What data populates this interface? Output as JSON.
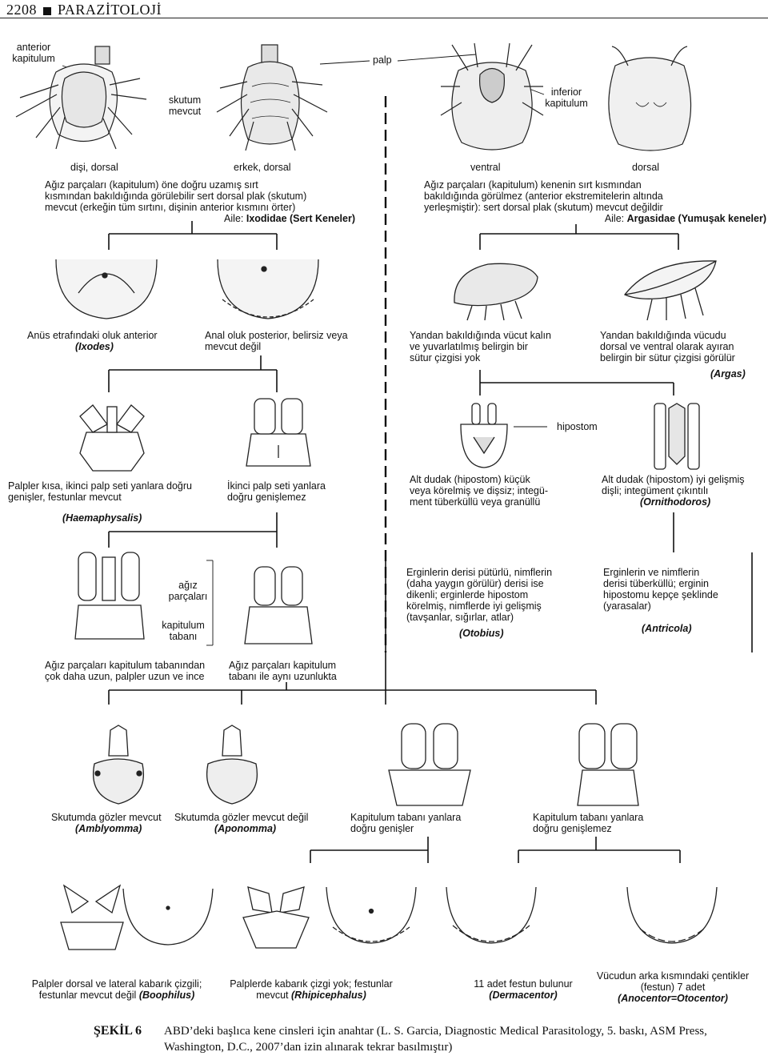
{
  "header": {
    "page_number": "2208",
    "section": "PARAZİTOLOJİ"
  },
  "top_left": {
    "anterior_kapitulum": "anterior\nkapitulum",
    "skutum_mevcut": "skutum\nmevcut",
    "female_label": "dişi, dorsal",
    "male_label": "erkek, dorsal",
    "desc": "Ağız parçaları (kapitulum) öne doğru uzamış sırt\nkısmından bakıldığında görülebilir sert dorsal plak (skutum)\nmevcut (erkeğin tüm sırtını, dişinin anterior kısmını örter)",
    "family_prefix": "Aile: ",
    "family": "Ixodidae (Sert Keneler)"
  },
  "top_right": {
    "palp": "palp",
    "inferior_kapitulum": "inferior\nkapitulum",
    "ventral_label": "ventral",
    "dorsal_label": "dorsal",
    "desc": "Ağız parçaları (kapitulum) kenenin sırt kısmından\nbakıldığında görülmez (anterior ekstremitelerin altında\nyerleşmiştir): sert dorsal plak (skutum) mevcut değildir",
    "family_prefix": "Aile: ",
    "family": "Argasidae (Yumuşak keneler)"
  },
  "row2": {
    "a": "Anüs etrafındaki oluk anterior",
    "a_genus": "(Ixodes)",
    "b": "Anal oluk posterior, belirsiz veya\nmevcut değil",
    "c": "Yandan bakıldığında vücut kalın\nve yuvarlatılmış belirgin bir\nsütur çizgisi yok",
    "d": "Yandan bakıldığında vücudu\ndorsal ve ventral olarak ayıran\nbelirgin bir sütur çizgisi görülür",
    "d_genus": "(Argas)"
  },
  "row3": {
    "hipostom": "hipostom",
    "a": "Palpler kısa, ikinci palp seti yanlara doğru\ngenişler, festunlar mevcut",
    "a_genus": "(Haemaphysalis)",
    "b": "İkinci palp seti yanlara\ndoğru genişlemez",
    "c": "Alt dudak (hipostom) küçük\nveya körelmiş ve dişsiz; integü-\nment tüberküllü veya granüllü",
    "d": "Alt dudak (hipostom) iyi gelişmiş\ndişli; integüment çıkıntılı",
    "d_genus": "(Ornithodoros)"
  },
  "row4": {
    "agiz_parcalari": "ağız\nparçaları",
    "kapitulum_tabani": "kapitulum\ntabanı",
    "a": "Ağız parçaları kapitulum tabanından\nçok daha uzun, palpler uzun ve ince",
    "b": "Ağız parçaları kapitulum\ntabanı ile aynı uzunlukta",
    "c": "Erginlerin derisi pütürlü, nimflerin\n(daha yaygın görülür) derisi ise\ndikenli; erginlerde hipostom\nkörelmiş, nimflerde iyi gelişmiş\n(tavşanlar, sığırlar, atlar)",
    "c_genus": "(Otobius)",
    "d": "Erginlerin ve nimflerin\nderisi tüberküllü; erginin\nhipostomu kepçe şeklinde\n(yarasalar)",
    "d_genus": "(Antricola)"
  },
  "row5": {
    "a": "Skutumda gözler mevcut",
    "a_genus": "(Amblyomma)",
    "b": "Skutumda gözler mevcut değil",
    "b_genus": "(Aponomma)",
    "c": "Kapitulum tabanı yanlara\ndoğru genişler",
    "d": "Kapitulum tabanı yanlara\ndoğru genişlemez"
  },
  "row6": {
    "a": "Palpler dorsal ve lateral kabarık çizgili;\nfestunlar mevcut değil ",
    "a_genus": "(Boophilus)",
    "b": "Palplerde kabarık çizgi yok; festunlar\nmevcut ",
    "b_genus": "(Rhipicephalus)",
    "c": "11 adet festun bulunur",
    "c_genus": "(Dermacentor)",
    "d": "Vücudun arka kısmındaki çentikler\n(festun) 7 adet",
    "d_genus": "(Anocentor=Otocentor)"
  },
  "caption": {
    "label": "ŞEKİL 6",
    "text": "ABD’deki başlıca kene cinsleri için anahtar (L. S. Garcia, Diagnostic Medical Parasitology, 5. baskı, ASM Press, Washington, D.C., 2007’dan izin alınarak tekrar basılmıştır)"
  }
}
